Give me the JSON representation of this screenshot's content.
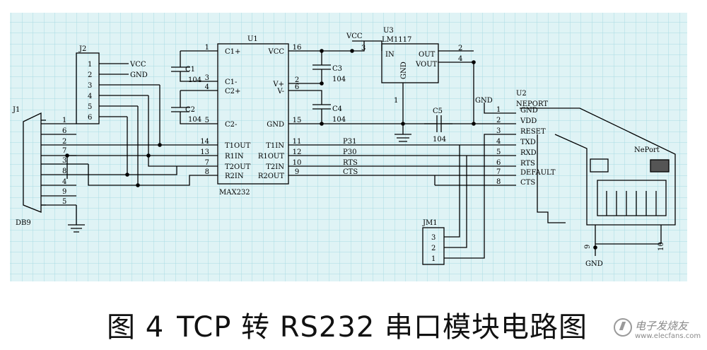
{
  "caption": {
    "figure": "图 4",
    "title": "TCP 转 RS232 串口模块电路图"
  },
  "watermark": {
    "name": "电子发烧友",
    "url": "www.elecfans.com"
  },
  "colors": {
    "grid_bg": "#dff3f5",
    "grid_line": "#a9dbe3",
    "wire": "#000000"
  },
  "components": {
    "j1": {
      "ref": "J1",
      "type": "DB9",
      "pins": [
        "1",
        "6",
        "2",
        "7",
        "3",
        "8",
        "4",
        "9",
        "5"
      ]
    },
    "j2": {
      "ref": "J2",
      "pins": [
        "1",
        "2",
        "3",
        "4",
        "5",
        "6"
      ],
      "vcc": "VCC",
      "gnd": "GND"
    },
    "u1": {
      "ref": "U1",
      "part": "MAX232",
      "left_pins": [
        {
          "n": "1",
          "name": "C1+"
        },
        {
          "n": "3",
          "name": "C1-"
        },
        {
          "n": "4",
          "name": "C2+"
        },
        {
          "n": "5",
          "name": "C2-"
        },
        {
          "n": "14",
          "name": "T1OUT"
        },
        {
          "n": "13",
          "name": "R1IN"
        },
        {
          "n": "7",
          "name": "T2OUT"
        },
        {
          "n": "8",
          "name": "R2IN"
        }
      ],
      "right_pins": [
        {
          "n": "16",
          "name": "VCC"
        },
        {
          "n": "2",
          "name": "V+"
        },
        {
          "n": "6",
          "name": "V-"
        },
        {
          "n": "15",
          "name": "GND"
        },
        {
          "n": "11",
          "name": "T1IN"
        },
        {
          "n": "12",
          "name": "R1OUT"
        },
        {
          "n": "10",
          "name": "T2IN"
        },
        {
          "n": "9",
          "name": "R2OUT"
        }
      ]
    },
    "u3": {
      "ref": "U3",
      "part": "LM1117",
      "in": "IN",
      "gnd": "GND",
      "out": "OUT",
      "vout": "VOUT",
      "pin_in": "3",
      "pin_out": "2",
      "pin_vout": "4",
      "pin_gnd": "1"
    },
    "u2": {
      "ref": "U2",
      "part": "NEPORT",
      "module": "NePort",
      "pin9": "9",
      "pin10": "10",
      "pins": [
        {
          "n": "1",
          "name": "GND"
        },
        {
          "n": "2",
          "name": "VDD"
        },
        {
          "n": "3",
          "name": "RESET"
        },
        {
          "n": "4",
          "name": "TXD"
        },
        {
          "n": "5",
          "name": "RXD"
        },
        {
          "n": "6",
          "name": "RTS"
        },
        {
          "n": "7",
          "name": "DEFAULT"
        },
        {
          "n": "8",
          "name": "CTS"
        }
      ]
    },
    "jm1": {
      "ref": "JM1",
      "pins": [
        "3",
        "2",
        "1"
      ]
    },
    "caps": [
      {
        "ref": "C1",
        "value": "104"
      },
      {
        "ref": "C2",
        "value": "104"
      },
      {
        "ref": "C3",
        "value": "104"
      },
      {
        "ref": "C4",
        "value": "104"
      },
      {
        "ref": "C5",
        "value": "104"
      }
    ],
    "nets": {
      "vcc": "VCC",
      "gnd_u2": "GND",
      "gnd_bottom": "GND",
      "p31": "P31",
      "p30": "P30",
      "rts": "RTS",
      "cts": "CTS"
    }
  }
}
